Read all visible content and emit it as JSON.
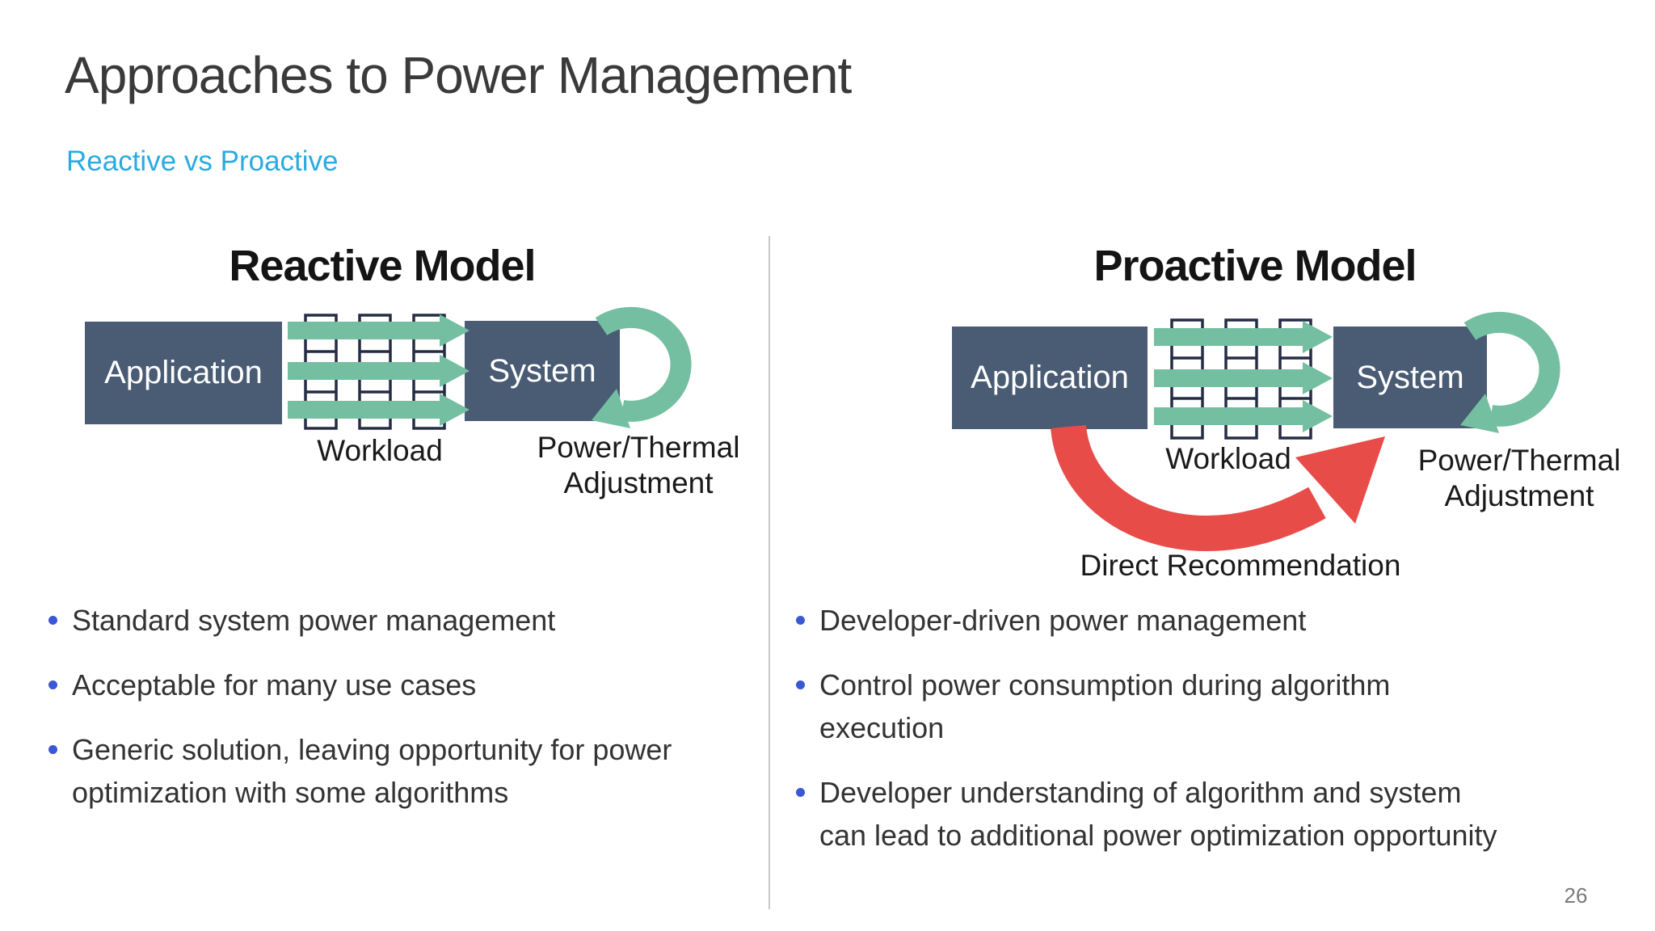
{
  "slide": {
    "title": "Approaches to Power Management",
    "subtitle": "Reactive vs Proactive",
    "page_number": "26"
  },
  "colors": {
    "accent_cyan": "#29abe2",
    "box_slate": "#4a5b74",
    "arrow_green": "#74bfa1",
    "arrow_red": "#e84c49",
    "ladder_outline": "#252d45",
    "bullet_blue": "#3a57d4",
    "divider_gray": "#c8c8c8",
    "page_number_gray": "#7a7a7a"
  },
  "reactive": {
    "heading": "Reactive Model",
    "application_label": "Application",
    "system_label": "System",
    "workload_label": "Workload",
    "adjustment_label": "Power/Thermal Adjustment",
    "bullets": [
      "Standard system power management",
      "Acceptable for many use cases",
      "Generic solution, leaving opportunity for power optimization with some algorithms"
    ]
  },
  "proactive": {
    "heading": "Proactive Model",
    "application_label": "Application",
    "system_label": "System",
    "workload_label": "Workload",
    "adjustment_label": "Power/Thermal Adjustment",
    "recommendation_label": "Direct Recommendation",
    "bullets": [
      "Developer-driven power management",
      "Control power consumption during algorithm execution",
      "Developer understanding of algorithm and system can lead to additional power optimization opportunity"
    ]
  }
}
